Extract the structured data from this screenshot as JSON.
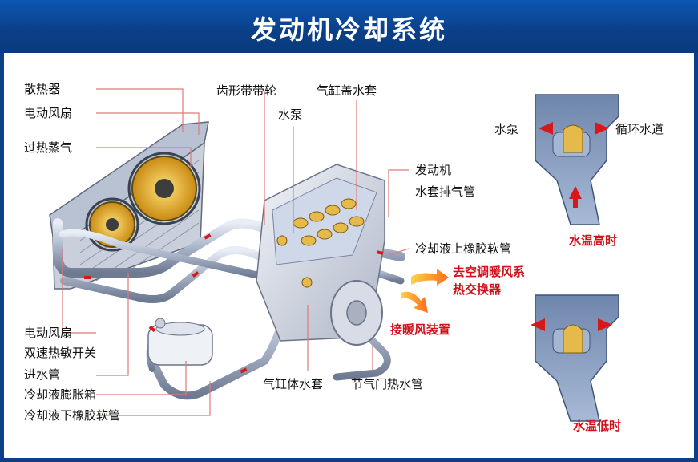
{
  "title": "发动机冷却系统",
  "labels": {
    "radiator": "散热器",
    "electric_fan": "电动风扇",
    "overheat_steam": "过热蒸气",
    "timing_belt_pulley": "齿形带带轮",
    "head_water_jacket": "气缸盖水套",
    "water_pump": "水泵",
    "engine": "发动机",
    "jacket_vent_pipe": "水套排气管",
    "coolant_upper_hose": "冷却液上橡胶软管",
    "to_ac_heat_exchanger_1": "去空调暖风系",
    "to_ac_heat_exchanger_2": "热交换器",
    "to_heater": "接暖风装置",
    "fan_switch_1": "电动风扇",
    "fan_switch_2": "双速热敏开关",
    "inlet_pipe": "进水管",
    "expansion_tank": "冷却液膨胀箱",
    "coolant_lower_hose": "冷却液下橡胶软管",
    "block_water_jacket": "气缸体水套",
    "throttle_hot_water_pipe": "节气门热水管",
    "inset_water_pump": "水泵",
    "inset_circulation": "循环水道",
    "high_temp": "水温高时",
    "low_temp": "水温低时"
  },
  "colors": {
    "title_bg": "#0a3f88",
    "label_red": "#d0101a",
    "pointer_line": "#e07a7a",
    "pipe": "#9aa6bd",
    "arrow_red": "#d81818"
  }
}
